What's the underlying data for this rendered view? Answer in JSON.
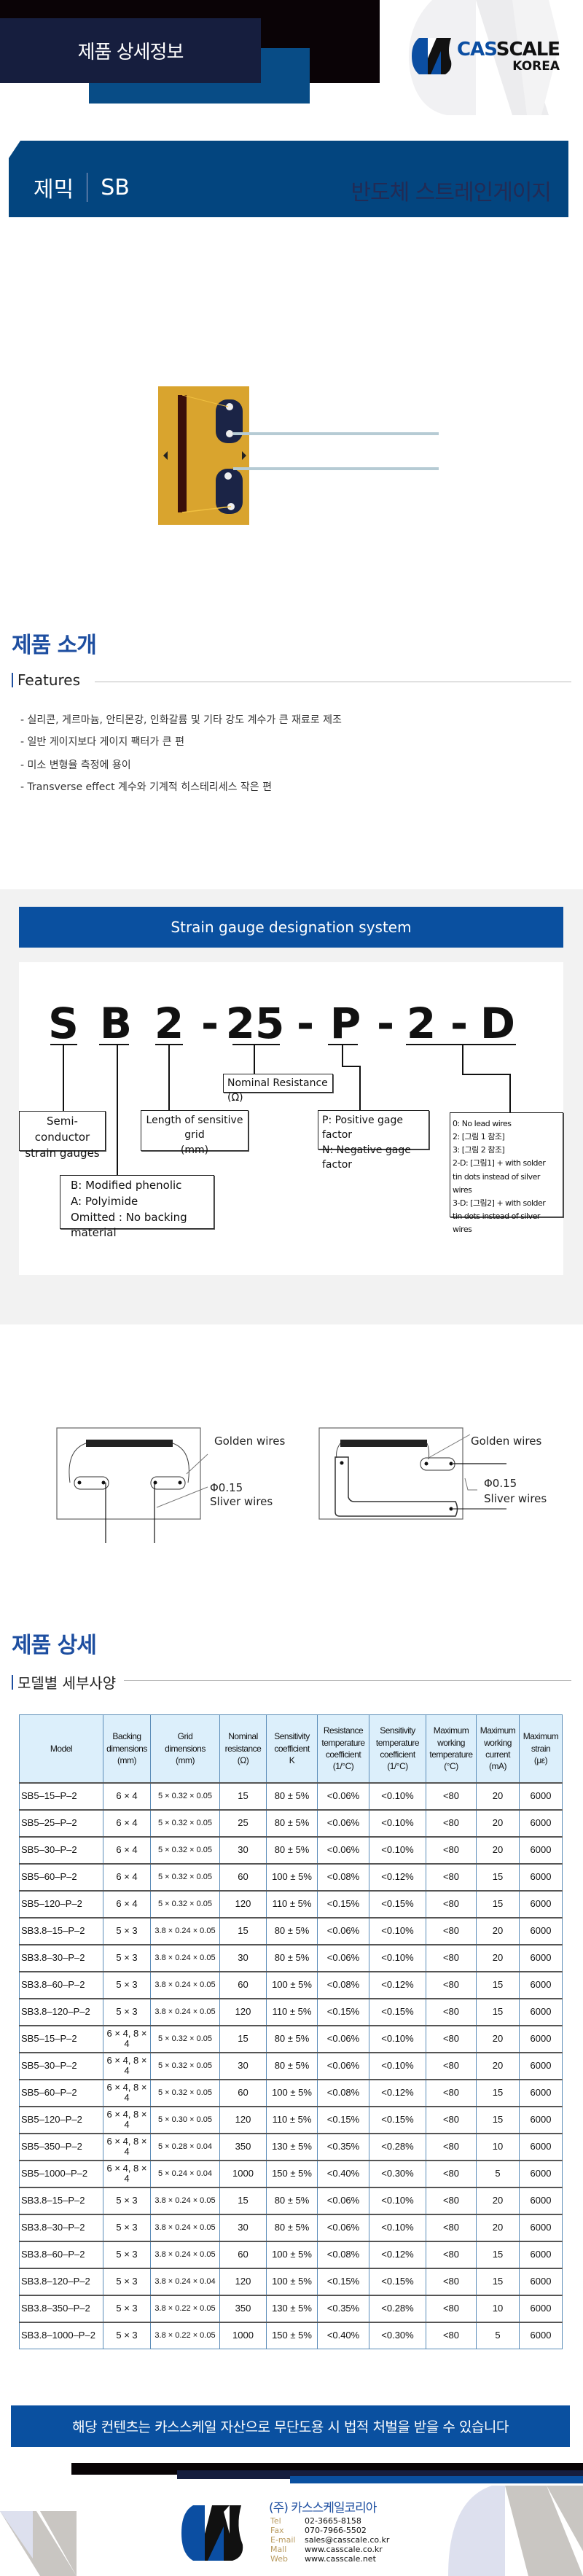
{
  "header": {
    "title": "제품 상세정보",
    "logo_cas": "CAS",
    "logo_scale": "SCALE",
    "logo_korea": "KOREA"
  },
  "titlebar": {
    "material": "제믹",
    "model": "SB",
    "product": "반도체 스트레인게이지"
  },
  "intro": {
    "title": "제품 소개",
    "subtitle": "Features",
    "bullets": [
      "- 실리콘, 게르마늄, 안티몬강, 인화갈륨 및 기타 강도 계수가 큰 재료로 제조",
      "- 일반 게이지보다 게이지 팩터가 큰 편",
      "- 미소 변형율 측정에 용이",
      "- Transverse effect 계수와 기계적 히스테리세스 작은 편"
    ]
  },
  "designation": {
    "title": "Strain gauge designation system",
    "chars": [
      "S",
      "B",
      "2",
      "-",
      "25",
      "-",
      "P",
      "-",
      "2",
      "-",
      "D"
    ],
    "nominal": "Nominal Resistance (Ω)",
    "semi": [
      "Semi-conductor",
      "strain gauges"
    ],
    "length": [
      "Length of sensitive grid",
      "(mm)"
    ],
    "factor": [
      "P: Positive gage factor",
      "N: Negative gage factor"
    ],
    "backing": [
      "B: Modified phenolic",
      "A: Polyimide",
      "Omitted : No backing material"
    ],
    "leads": [
      "0: No lead wires",
      "2: [그림 1 참조]",
      "3: [그림 2 참조]",
      "2-D: [그림1] + with solder",
      "tin dots instead of silver wires",
      "3-D: [그림2] + with solder",
      "tin dots instead of silver wires"
    ]
  },
  "wiring": {
    "golden": "Golden wires",
    "phi": "Φ0.15",
    "silver": "Sliver wires"
  },
  "detail": {
    "title": "제품 상세",
    "subtitle": "모델별 세부사양",
    "headers": [
      [
        "Model"
      ],
      [
        "Backing",
        "dimensions",
        "(mm)"
      ],
      [
        "Grid",
        "dimensions",
        "(mm)"
      ],
      [
        "Nominal",
        "resistance",
        "(Ω)"
      ],
      [
        "Sensitivity",
        "coefficient",
        "K"
      ],
      [
        "Resistance",
        "temperature",
        "coefficient",
        "(1/°C)"
      ],
      [
        "Sensitivity",
        "temperature",
        "coefficient",
        "(1/°C)"
      ],
      [
        "Maximum",
        "working",
        "temperature",
        "(°C)"
      ],
      [
        "Maximum",
        "working",
        "current",
        "(mA)"
      ],
      [
        "Maximum",
        "strain",
        "(με)"
      ]
    ],
    "rows": [
      [
        "SB5–15–P–2",
        "6 × 4",
        "5 × 0.32 × 0.05",
        "15",
        "80 ± 5%",
        "<0.06%",
        "<0.10%",
        "<80",
        "20",
        "6000"
      ],
      [
        "SB5–25–P–2",
        "6 × 4",
        "5 × 0.32 × 0.05",
        "25",
        "80 ± 5%",
        "<0.06%",
        "<0.10%",
        "<80",
        "20",
        "6000"
      ],
      [
        "SB5–30–P–2",
        "6 × 4",
        "5 × 0.32 × 0.05",
        "30",
        "80 ± 5%",
        "<0.06%",
        "<0.10%",
        "<80",
        "20",
        "6000"
      ],
      [
        "SB5–60–P–2",
        "6 × 4",
        "5 × 0.32 × 0.05",
        "60",
        "100 ± 5%",
        "<0.08%",
        "<0.12%",
        "<80",
        "15",
        "6000"
      ],
      [
        "SB5–120–P–2",
        "6 × 4",
        "5 × 0.32 × 0.05",
        "120",
        "110 ± 5%",
        "<0.15%",
        "<0.15%",
        "<80",
        "15",
        "6000"
      ],
      [
        "SB3.8–15–P–2",
        "5 × 3",
        "3.8 × 0.24 × 0.05",
        "15",
        "80 ± 5%",
        "<0.06%",
        "<0.10%",
        "<80",
        "20",
        "6000"
      ],
      [
        "SB3.8–30–P–2",
        "5 × 3",
        "3.8 × 0.24 × 0.05",
        "30",
        "80 ± 5%",
        "<0.06%",
        "<0.10%",
        "<80",
        "20",
        "6000"
      ],
      [
        "SB3.8–60–P–2",
        "5 × 3",
        "3.8 × 0.24 × 0.05",
        "60",
        "100 ± 5%",
        "<0.08%",
        "<0.12%",
        "<80",
        "15",
        "6000"
      ],
      [
        "SB3.8–120–P–2",
        "5 × 3",
        "3.8 × 0.24 × 0.05",
        "120",
        "110 ± 5%",
        "<0.15%",
        "<0.15%",
        "<80",
        "15",
        "6000"
      ],
      [
        "SB5–15–P–2",
        "6 × 4, 8 × 4",
        "5 × 0.32 × 0.05",
        "15",
        "80 ± 5%",
        "<0.06%",
        "<0.10%",
        "<80",
        "20",
        "6000"
      ],
      [
        "SB5–30–P–2",
        "6 × 4, 8 × 4",
        "5 × 0.32 × 0.05",
        "30",
        "80 ± 5%",
        "<0.06%",
        "<0.10%",
        "<80",
        "20",
        "6000"
      ],
      [
        "SB5–60–P–2",
        "6 × 4, 8 × 4",
        "5 × 0.32 × 0.05",
        "60",
        "100 ± 5%",
        "<0.08%",
        "<0.12%",
        "<80",
        "15",
        "6000"
      ],
      [
        "SB5–120–P–2",
        "6 × 4, 8 × 4",
        "5 × 0.30 × 0.05",
        "120",
        "110 ± 5%",
        "<0.15%",
        "<0.15%",
        "<80",
        "15",
        "6000"
      ],
      [
        "SB5–350–P–2",
        "6 × 4, 8 × 4",
        "5 × 0.28 × 0.04",
        "350",
        "130 ± 5%",
        "<0.35%",
        "<0.28%",
        "<80",
        "10",
        "6000"
      ],
      [
        "SB5–1000–P–2",
        "6 × 4, 8 × 4",
        "5 × 0.24 × 0.04",
        "1000",
        "150 ± 5%",
        "<0.40%",
        "<0.30%",
        "<80",
        "5",
        "6000"
      ],
      [
        "SB3.8–15–P–2",
        "5 × 3",
        "3.8 × 0.24 × 0.05",
        "15",
        "80 ± 5%",
        "<0.06%",
        "<0.10%",
        "<80",
        "20",
        "6000"
      ],
      [
        "SB3.8–30–P–2",
        "5 × 3",
        "3.8 × 0.24 × 0.05",
        "30",
        "80 ± 5%",
        "<0.06%",
        "<0.10%",
        "<80",
        "20",
        "6000"
      ],
      [
        "SB3.8–60–P–2",
        "5 × 3",
        "3.8 × 0.24 × 0.05",
        "60",
        "100 ± 5%",
        "<0.08%",
        "<0.12%",
        "<80",
        "15",
        "6000"
      ],
      [
        "SB3.8–120–P–2",
        "5 × 3",
        "3.8 × 0.24 × 0.04",
        "120",
        "100 ± 5%",
        "<0.15%",
        "<0.15%",
        "<80",
        "15",
        "6000"
      ],
      [
        "SB3.8–350–P–2",
        "5 × 3",
        "3.8 × 0.22 × 0.05",
        "350",
        "130 ± 5%",
        "<0.35%",
        "<0.28%",
        "<80",
        "10",
        "6000"
      ],
      [
        "SB3.8–1000–P–2",
        "5 × 3",
        "3.8 × 0.22 × 0.05",
        "1000",
        "150 ± 5%",
        "<0.40%",
        "<0.30%",
        "<80",
        "5",
        "6000"
      ]
    ]
  },
  "footer": {
    "notice": "해당 컨텐츠는 카스스케일 자산으로 무단도용 시 법적 처벌을 받을 수 있습니다",
    "company": "(주) 카스스케일코리아",
    "contacts": [
      {
        "label": "Tel",
        "value": "02-3665-8158"
      },
      {
        "label": "Fax",
        "value": "070-7966-5502"
      },
      {
        "label": "E-mail",
        "value": "sales@casscale.co.kr"
      },
      {
        "label": "Mall",
        "value": "www.casscale.co.kr"
      },
      {
        "label": "Web",
        "value": "www.casscale.net"
      }
    ]
  },
  "colors": {
    "brand_blue": "#0a50a0",
    "navy": "#161e3e",
    "title_blue": "#1d4ea0"
  }
}
